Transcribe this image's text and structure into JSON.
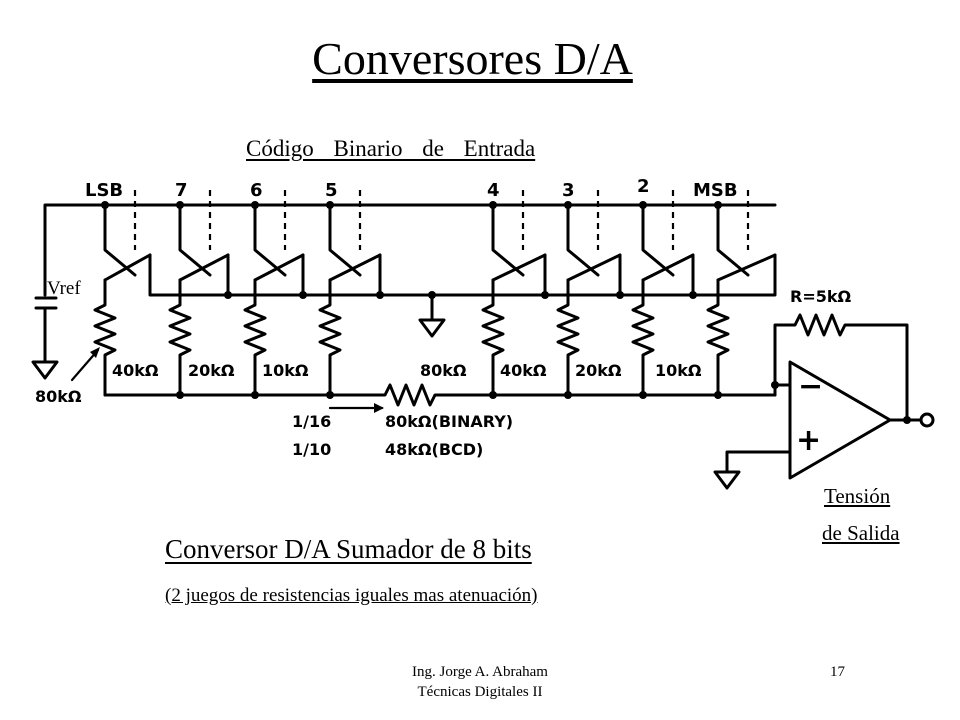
{
  "slide": {
    "title": "Conversores  D/A",
    "code_label": "Código Binario de Entrada",
    "vref_label": "Vref",
    "output_label_line1": "Tensión",
    "output_label_line2": "de Salida",
    "subtitle": "Conversor D/A Sumador de 8 bits",
    "note": "(2 juegos de resistencias iguales mas atenuación)",
    "author": "Ing. Jorge A. Abraham",
    "course": "Técnicas Digitales II",
    "page_number": "17"
  },
  "schematic": {
    "switch_labels": [
      "LSB",
      "7",
      "6",
      "5",
      "4",
      "3",
      "2",
      "MSB"
    ],
    "group1_resistors": [
      "80kΩ",
      "40kΩ",
      "20kΩ",
      "10kΩ"
    ],
    "group2_resistors": [
      "80kΩ",
      "40kΩ",
      "20kΩ",
      "10kΩ"
    ],
    "feedback_resistor": "R=5kΩ",
    "attenuation_ratios": [
      "1/16",
      "1/10"
    ],
    "attenuator_binary": "80kΩ(BINARY)",
    "attenuator_bcd": "48kΩ(BCD)",
    "opamp_minus": "−",
    "opamp_plus": "+"
  }
}
